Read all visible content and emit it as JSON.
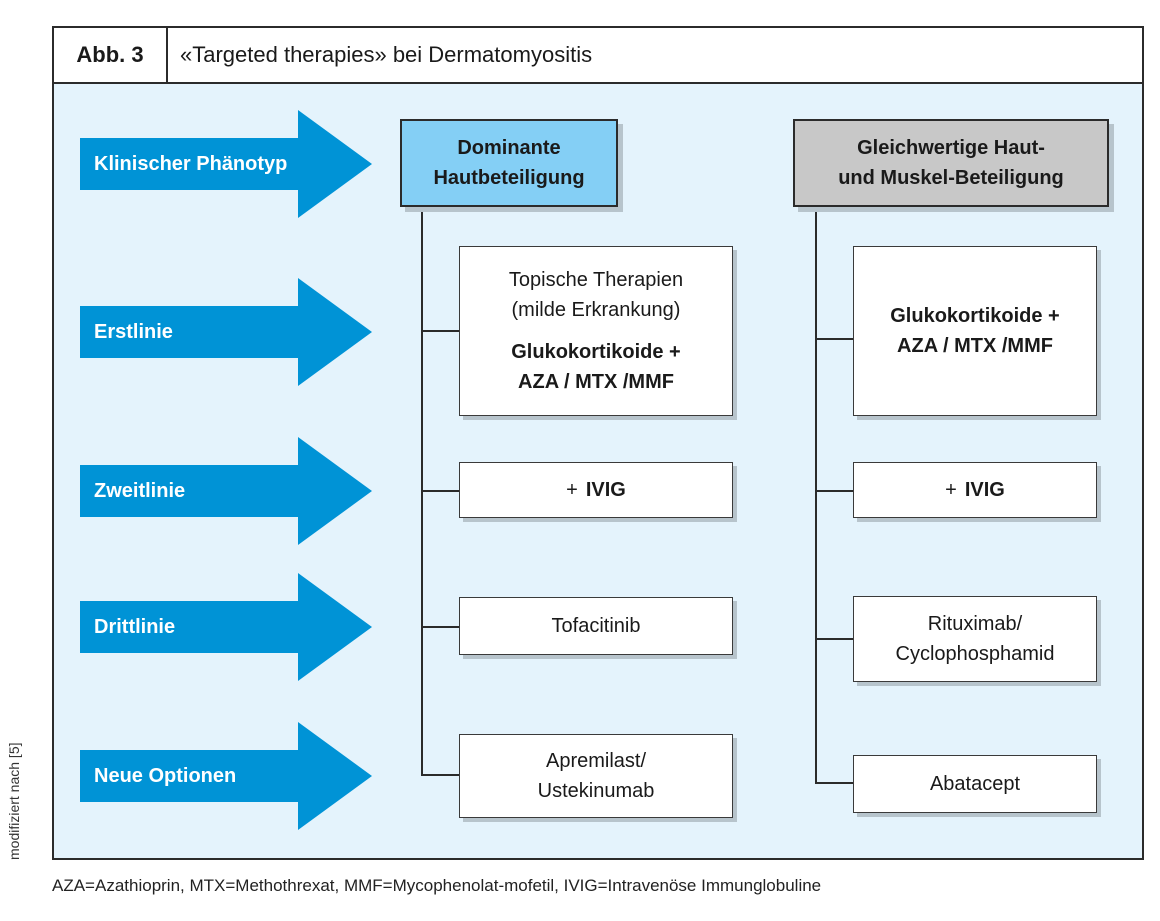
{
  "figure": {
    "label": "Abb. 3",
    "title": "«Targeted therapies» bei Dermatomyositis",
    "source_note": "modifiziert nach [5]",
    "footnote": "AZA=Azathioprin, MTX=Methothrexat, MMF=Mycophenolat-mofetil, IVIG=Intravenöse Immunglobuline"
  },
  "rows": [
    {
      "label": "Klinischer Phänotyp"
    },
    {
      "label": "Erstlinie"
    },
    {
      "label": "Zweitlinie"
    },
    {
      "label": "Drittlinie"
    },
    {
      "label": "Neue Optionen"
    }
  ],
  "colors": {
    "arrow": "#0093d6",
    "header_left": "#84cff5",
    "header_right": "#c8c8c8",
    "panel": "#e4f3fc"
  },
  "columns": [
    {
      "header_line1": "Dominante",
      "header_line2": "Hautbeteiligung",
      "erstlinie": {
        "line1": "Topische Therapien",
        "line2": "(milde Erkrankung)",
        "line3": "Glukokortikoide  +",
        "line4": "AZA / MTX  /MMF"
      },
      "zweitlinie": {
        "plus": "+",
        "drug": "IVIG"
      },
      "drittlinie": {
        "line1": "Tofacitinib"
      },
      "neue": {
        "line1": "Apremilast/",
        "line2": "Ustekinumab"
      }
    },
    {
      "header_line1": "Gleichwertige Haut-",
      "header_line2": "und Muskel-Beteiligung",
      "erstlinie": {
        "line3": "Glukokortikoide  +",
        "line4": "AZA / MTX  /MMF"
      },
      "zweitlinie": {
        "plus": "+",
        "drug": "IVIG"
      },
      "drittlinie": {
        "line1": "Rituximab/",
        "line2": "Cyclophosphamid"
      },
      "neue": {
        "line1": "Abatacept"
      }
    }
  ]
}
